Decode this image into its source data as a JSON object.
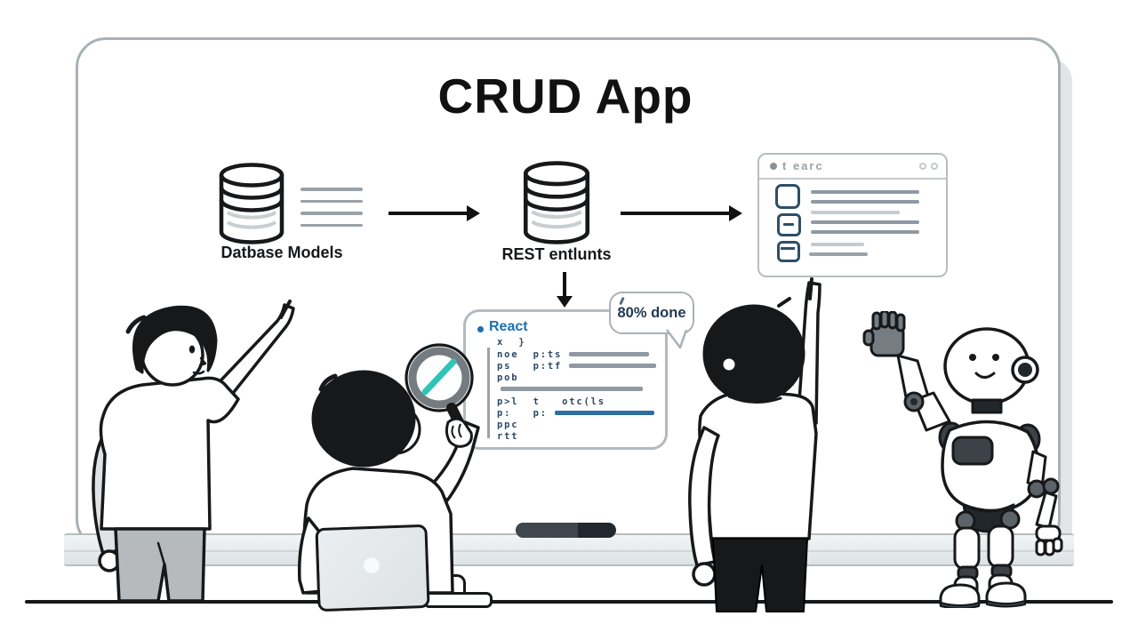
{
  "illustration": {
    "title": "CRUD App",
    "flow": {
      "database_label": "Datbase Models",
      "api_label": "REST entlunts"
    },
    "browser": {
      "header_text": "t earc"
    },
    "code_panel": {
      "language": "React",
      "lines": [
        {
          "text": "x  }"
        },
        {
          "text": "noe  p:ts"
        },
        {
          "text": "ps   p:tf"
        },
        {
          "text": "pob"
        },
        {
          "text": ""
        },
        {
          "text": "p>l  t   otc(ls"
        },
        {
          "text": "p:   p:"
        },
        {
          "text": "ppc"
        },
        {
          "text": "rtt"
        }
      ]
    },
    "speech_bubble": {
      "text": "80% done"
    },
    "colors": {
      "accent_blue": "#1b6fae",
      "navy_icon": "#2d4f68",
      "teal": "#2ec4b6",
      "bar_gray": "#8f99a3",
      "bar_blue": "#2e6da4"
    }
  }
}
